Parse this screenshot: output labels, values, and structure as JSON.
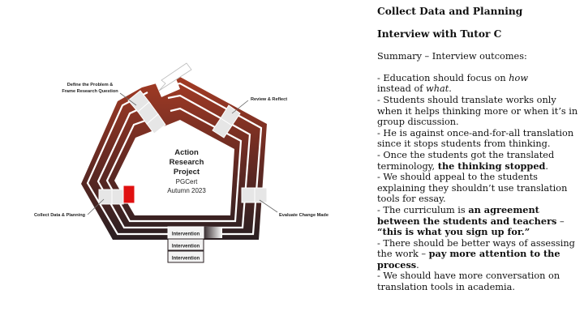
{
  "diagram": {
    "center": {
      "line1": "Action",
      "line2": "Research",
      "line3": "Project",
      "line4": "PGCert",
      "line5": "Autumn 2023"
    },
    "labels": {
      "define_1": "Define the Problem &",
      "define_2": "Frame Research Question",
      "review": "Review & Reflect",
      "collect": "Collect Data & Planning",
      "evaluate": "Evaluate Change Made",
      "intervention_1": "Intervention",
      "intervention_2": "Intervention",
      "intervention_3": "Intervention"
    },
    "colors": {
      "band_outer": "#a23a25",
      "band_inner": "#2b1e20",
      "current_stage": "#e01010"
    }
  },
  "side": {
    "title": "Collect Data and Planning",
    "subtitle": "Interview with Tutor C",
    "summary": "Summary – Interview outcomes:",
    "points": {
      "p1_a": "- Education should focus on ",
      "p1_how": "how",
      "p1_b": "instead of ",
      "p1_what": "what",
      "p1_c": ".",
      "p2": "- Students should translate works only when it helps thinking more or when it’s in group discussion.",
      "p3": "- He is against once-and-for-all translation since it stops students from thinking.",
      "p4_a": "- Once the students got the translated terminology, ",
      "p4_b": "the thinking stopped",
      "p4_c": ".",
      "p5": "- We should appeal to the students explaining they shouldn’t use translation tools for essay.",
      "p6_a": "- The curriculum is ",
      "p6_b": "an agreement between the students and teachers",
      "p6_c": " – ",
      "p6_d": "“this is what you sign up for.”",
      "p7_a": "- There should be better ways of assessing the work – ",
      "p7_b": "pay more attention to the process",
      "p7_c": ".",
      "p8": "- We should have more conversation on translation tools in academia."
    }
  }
}
